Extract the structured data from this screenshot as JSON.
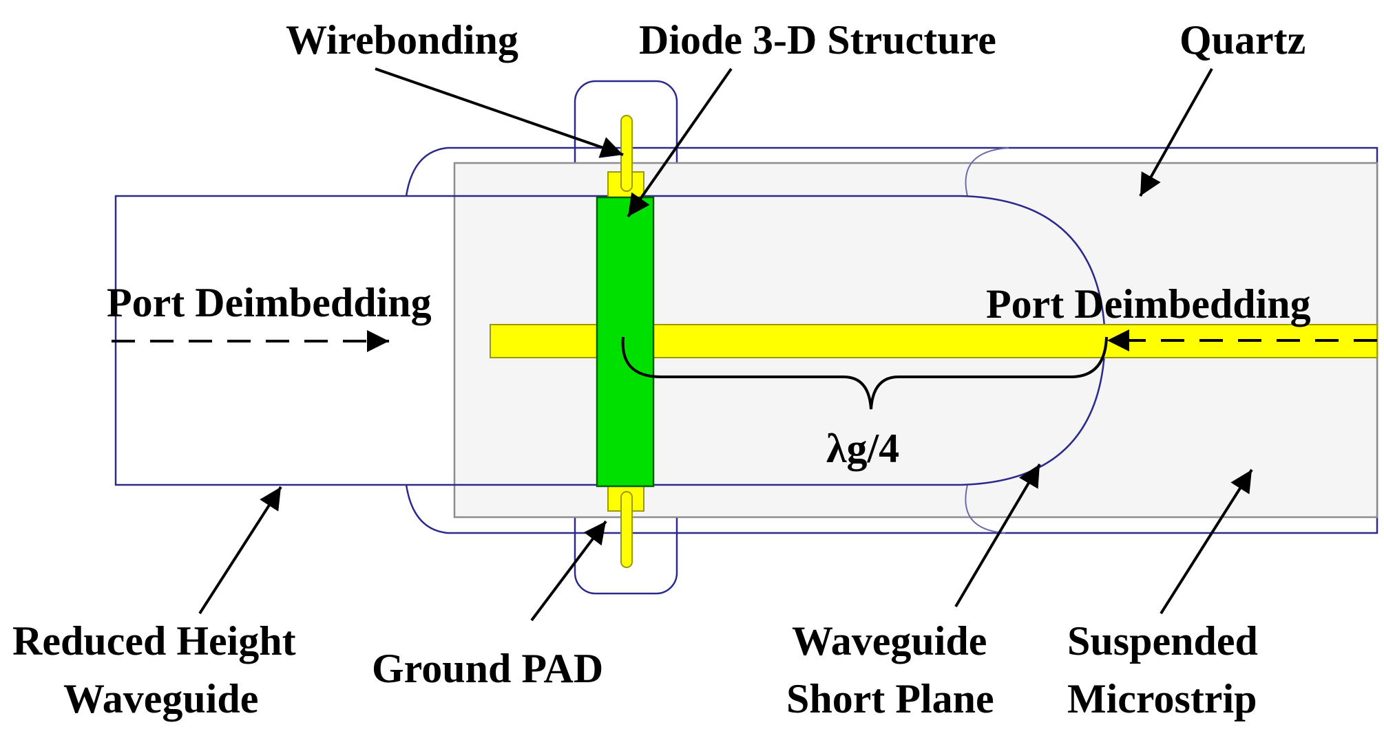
{
  "labels": {
    "wirebonding": "Wirebonding",
    "diode": "Diode 3-D Structure",
    "quartz": "Quartz",
    "port_left": "Port Deimbedding",
    "port_right": "Port Deimbedding",
    "quarter_wave": "λg/4",
    "reduced_height_1": "Reduced Height",
    "reduced_height_2": "Waveguide",
    "ground_pad": "Ground PAD",
    "short_plane_1": "Waveguide",
    "short_plane_2": "Short Plane",
    "suspended_1": "Suspended",
    "suspended_2": "Microstrip"
  },
  "colors": {
    "outline": "#2a2a8c",
    "quartz_fill": "#f5f5f5",
    "quartz_stroke": "#8c8c8c",
    "microstrip": "#ffff00",
    "microstrip_stroke": "#9a9a00",
    "diode": "#00e000",
    "diode_stroke": "#006000",
    "text": "#000000"
  }
}
